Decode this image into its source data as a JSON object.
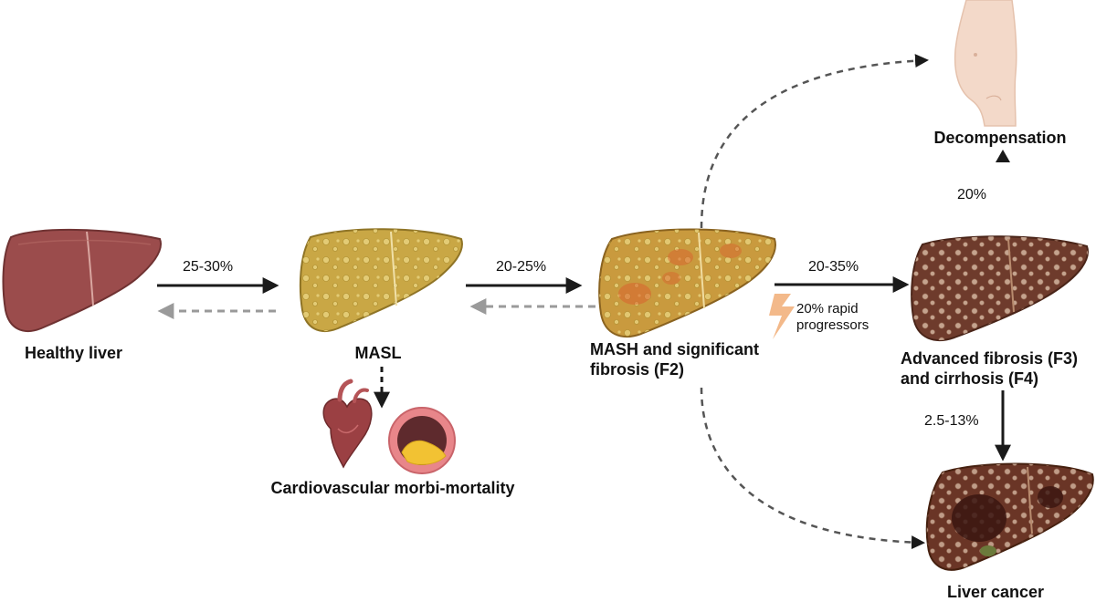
{
  "nodes": {
    "healthy": {
      "label": "Healthy liver"
    },
    "masl": {
      "label": "MASL"
    },
    "mash": {
      "line1": "MASH and significant",
      "line2": "fibrosis (F2)"
    },
    "advanced": {
      "line1": "Advanced fibrosis (F3)",
      "line2": "and cirrhosis (F4)"
    },
    "decompensation": {
      "label": "Decompensation"
    },
    "cancer": {
      "label": "Liver cancer"
    },
    "cardio": {
      "label": "Cardiovascular morbi-mortality"
    }
  },
  "rates": {
    "healthy_to_masl": "25-30%",
    "masl_to_mash": "20-25%",
    "mash_to_advanced": "20-35%",
    "advanced_to_decomp": "20%",
    "advanced_to_cancer": "2.5-13%"
  },
  "rapid": {
    "line1": "20% rapid",
    "line2": "progressors"
  },
  "colors": {
    "healthy_liver": "#9b4c4c",
    "fatty_liver": "#c9a745",
    "mash_liver": "#c99a3e",
    "cirrhotic_liver": "#6e3b2c",
    "arrow_solid": "#1a1a1a",
    "arrow_regress": "#9a9a9a",
    "lightning": "#f3b98a"
  }
}
